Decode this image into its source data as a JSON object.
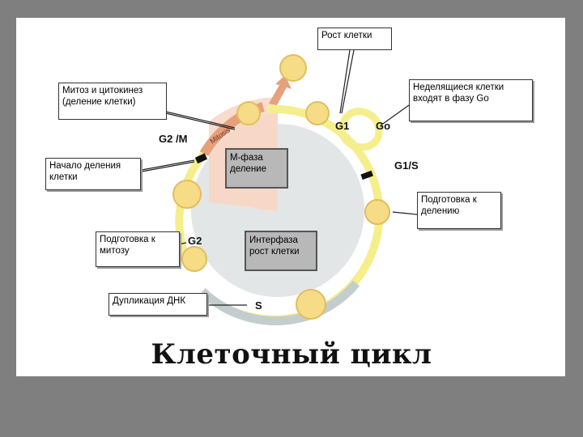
{
  "title": "Клеточный цикл",
  "boxes": {
    "rost": "Рост клетки",
    "mitoz": "Митоз и цитокинез (деление клетки)",
    "nedel": "Неделящиеся клетки входят в фазу Go",
    "nachalo": "Начало деления клетки",
    "podg_del": "Подготовка к делению",
    "podg_mit": "Подготовка к митозу",
    "dupl": "Дупликация ДНК"
  },
  "inner": {
    "m_phase": "М-фаза деление",
    "interphase": "Интерфаза рост клетки"
  },
  "phases": {
    "g2m": "G2 /M",
    "g1": "G1",
    "g0": "Go",
    "g1s": "G1/S",
    "g2": "G2",
    "s": "S"
  },
  "arc_label": "Mitosis",
  "colors": {
    "g1_arc": "#f5ee8c",
    "s_arc": "#c4cdcd",
    "mitosis_arc": "#e8a07c",
    "cell": "#f6dc86",
    "inner_disc": "#e3e6e6",
    "m_sector": "#f7d8c8"
  }
}
